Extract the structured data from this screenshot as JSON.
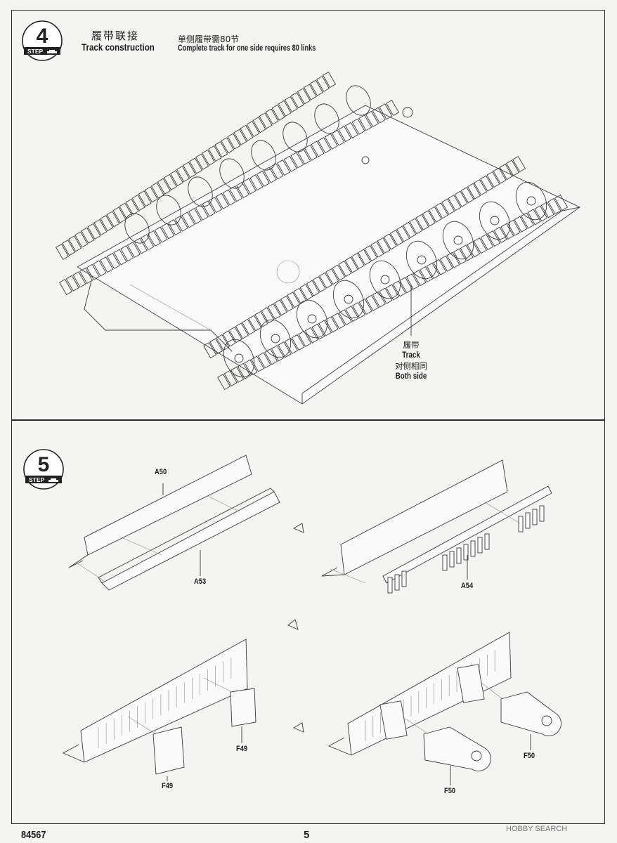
{
  "step4": {
    "label": "STEP",
    "number": "4",
    "title_cn": "履带联接",
    "title_en": "Track construction",
    "note_cn": "单侧履带需80节",
    "note_en": "Complete track for one side requires 80 links",
    "callout": {
      "cn1": "履带",
      "en1": "Track",
      "cn2": "对侧相同",
      "en2": "Both side"
    }
  },
  "step5": {
    "label": "STEP",
    "number": "5",
    "parts": {
      "a50": "A50",
      "a53": "A53",
      "a54": "A54",
      "f49_right": "F49",
      "f49_left": "F49",
      "f50_left": "F50",
      "f50_right": "F50"
    }
  },
  "footer": {
    "code": "84567",
    "page": "5",
    "watermark": "HOBBY SEARCH"
  }
}
